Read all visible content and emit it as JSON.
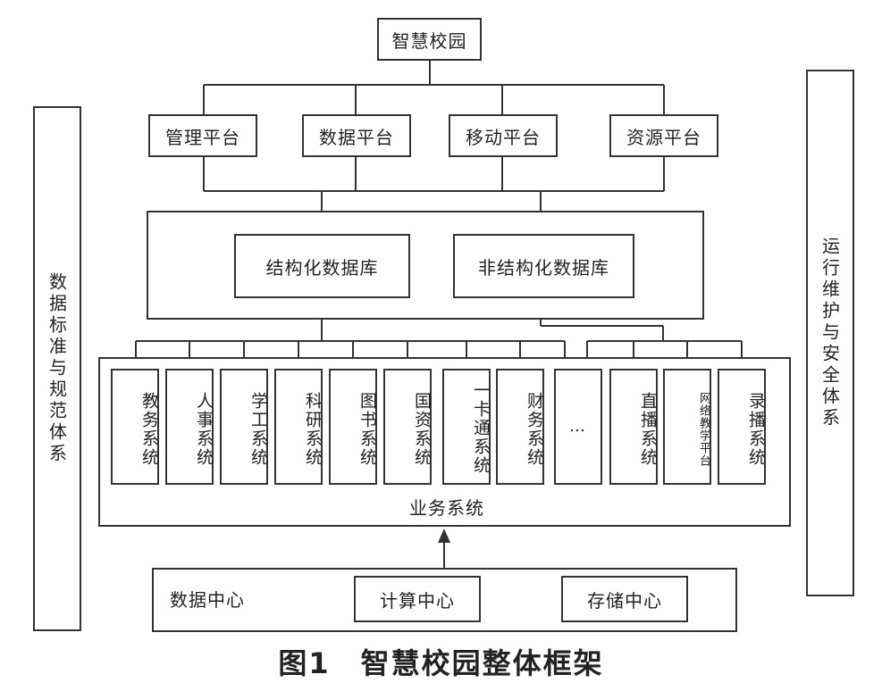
{
  "top": "智慧校园",
  "platforms": [
    "管理平台",
    "数据平台",
    "移动平台",
    "资源平台"
  ],
  "databases": [
    "结构化数据库",
    "非结构化数据库"
  ],
  "business_systems": [
    "教务系统",
    "人事系统",
    "学工系统",
    "科研系统",
    "图书系统",
    "国资系统",
    "一卡通系统",
    "财务系统",
    "…",
    "直播系统",
    "网络教学平台",
    "录播系统"
  ],
  "business_label": "业务系统",
  "data_center": {
    "label": "数据中心",
    "compute": "计算中心",
    "storage": "存储中心"
  },
  "left_side": "数据标准与规范体系",
  "right_side": "运行维护与安全体系",
  "caption": "图1　智慧校园整体框架"
}
